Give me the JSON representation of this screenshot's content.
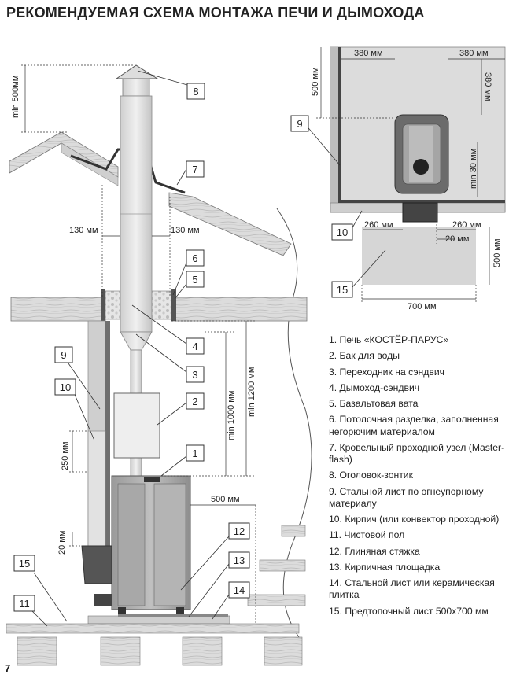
{
  "title": "РЕКОМЕНДУЕМАЯ СХЕМА МОНТАЖА ПЕЧИ И ДЫМОХОДА",
  "page_number": "7",
  "main_view": {
    "callouts": [
      "1",
      "2",
      "3",
      "4",
      "5",
      "6",
      "7",
      "8",
      "9",
      "10",
      "11",
      "12",
      "13",
      "14",
      "15"
    ],
    "dims": {
      "roof_min": "min 500мм",
      "gap_left": "130 мм",
      "gap_right": "130 мм",
      "chimney_min1000": "min 1000 мм",
      "chimney_min1200": "min 1200 мм",
      "brick_250": "250 мм",
      "floor_20": "20 мм",
      "stove_side": "500 мм"
    }
  },
  "plan_view": {
    "callouts": [
      "9",
      "10",
      "15"
    ],
    "dims": {
      "left_380": "380 мм",
      "right_380": "380 мм",
      "back_380": "380 мм",
      "top_500": "500 мм",
      "min_30": "min 30 мм",
      "left_260": "260 мм",
      "right_260": "260 мм",
      "gap_20": "20 мм",
      "sheet_500": "500 мм",
      "sheet_700": "700 мм"
    }
  },
  "legend": [
    "1. Печь «КОСТЁР-ПАРУС»",
    "2. Бак для воды",
    "3. Переходник на сэндвич",
    "4. Дымоход-сэндвич",
    "5. Базальтовая вата",
    "6. Потолочная разделка, заполненная негорючим материалом",
    "7. Кровельный проходной узел (Master-flash)",
    "8. Оголовок-зонтик",
    "9. Стальной лист по огнеупорному материалу",
    "10. Кирпич (или конвектор проходной)",
    "11. Чистовой пол",
    "12. Глиняная  стяжка",
    "13. Кирпичная площадка",
    "14. Стальной лист или керамическая плитка",
    "15. Предтопочный лист 500х700 мм"
  ]
}
